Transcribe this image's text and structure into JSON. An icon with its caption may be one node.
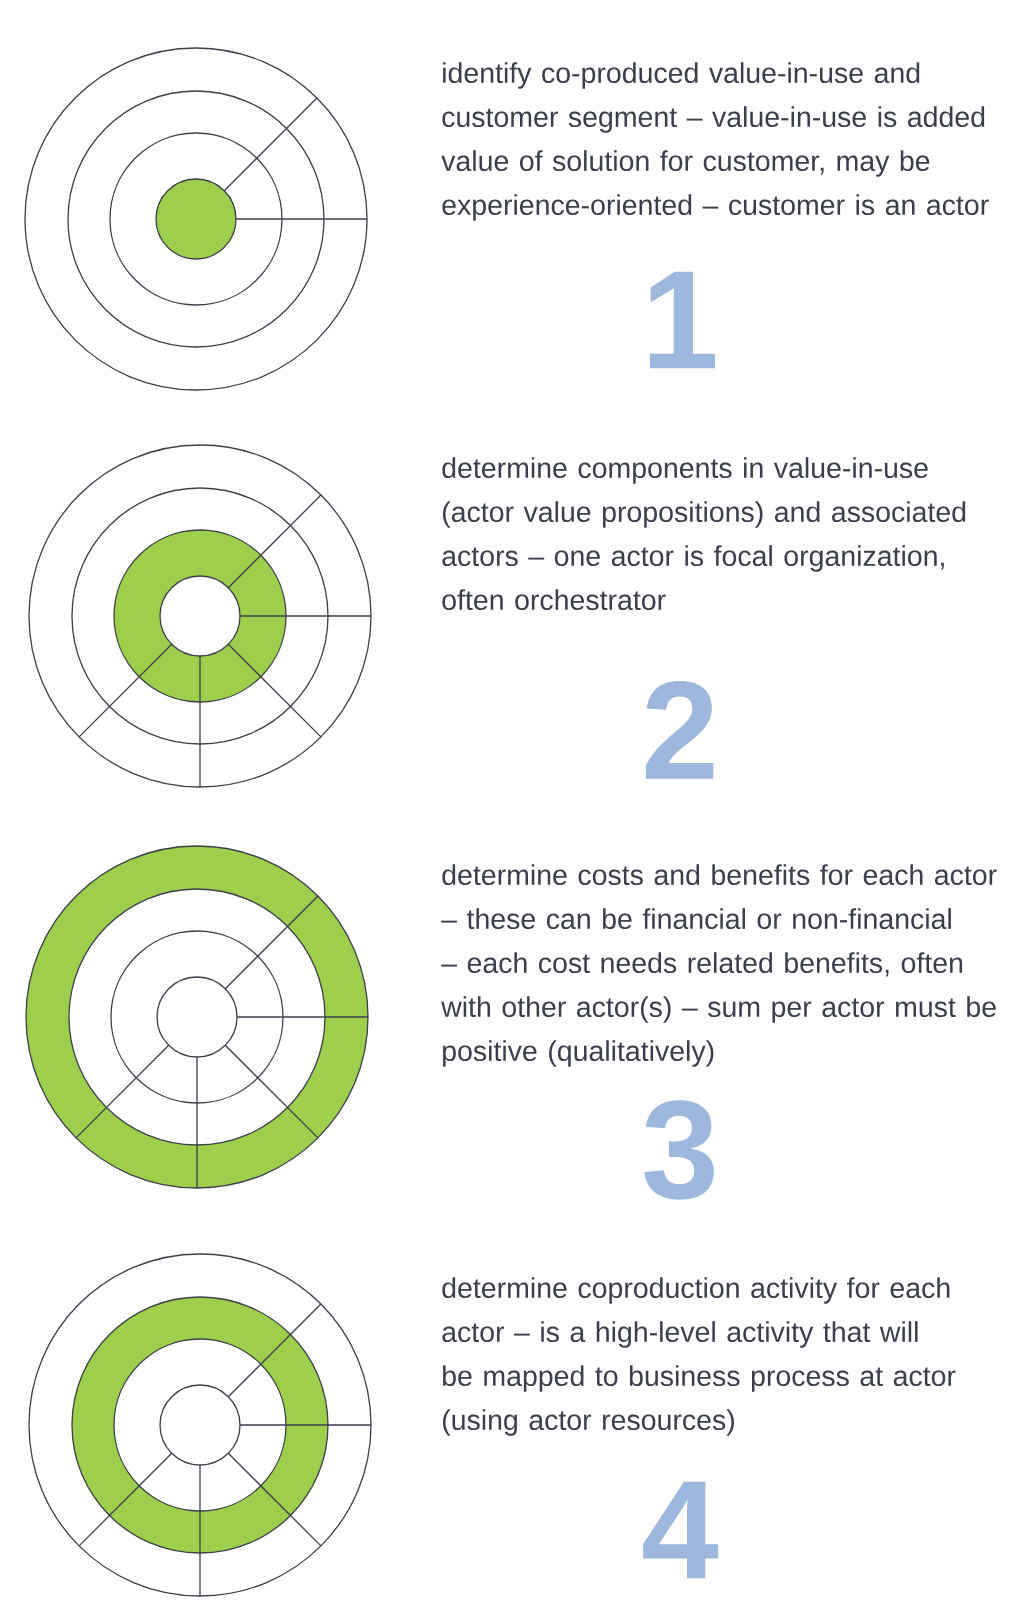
{
  "diagram": {
    "labels": [
      "identify co-produced value-in-use and customer segment – value-in-use is added value of solution for customer, may be experience-oriented – customer is an actor",
      "1",
      "determine components in value-in-use (actor value propositions) and associated actors – one actor is focal organization, often orchestrator",
      "2",
      "determine costs and benefits for each actor – these can be financial or non-financial – each cost needs related benefits, often with other actor(s) – sum per actor must be positive (qualitatively)",
      "3",
      "determine coproduction activity for each actor – is a high-level activity that will be mapped to business process at actor (using actor resources)",
      "4"
    ]
  }
}
